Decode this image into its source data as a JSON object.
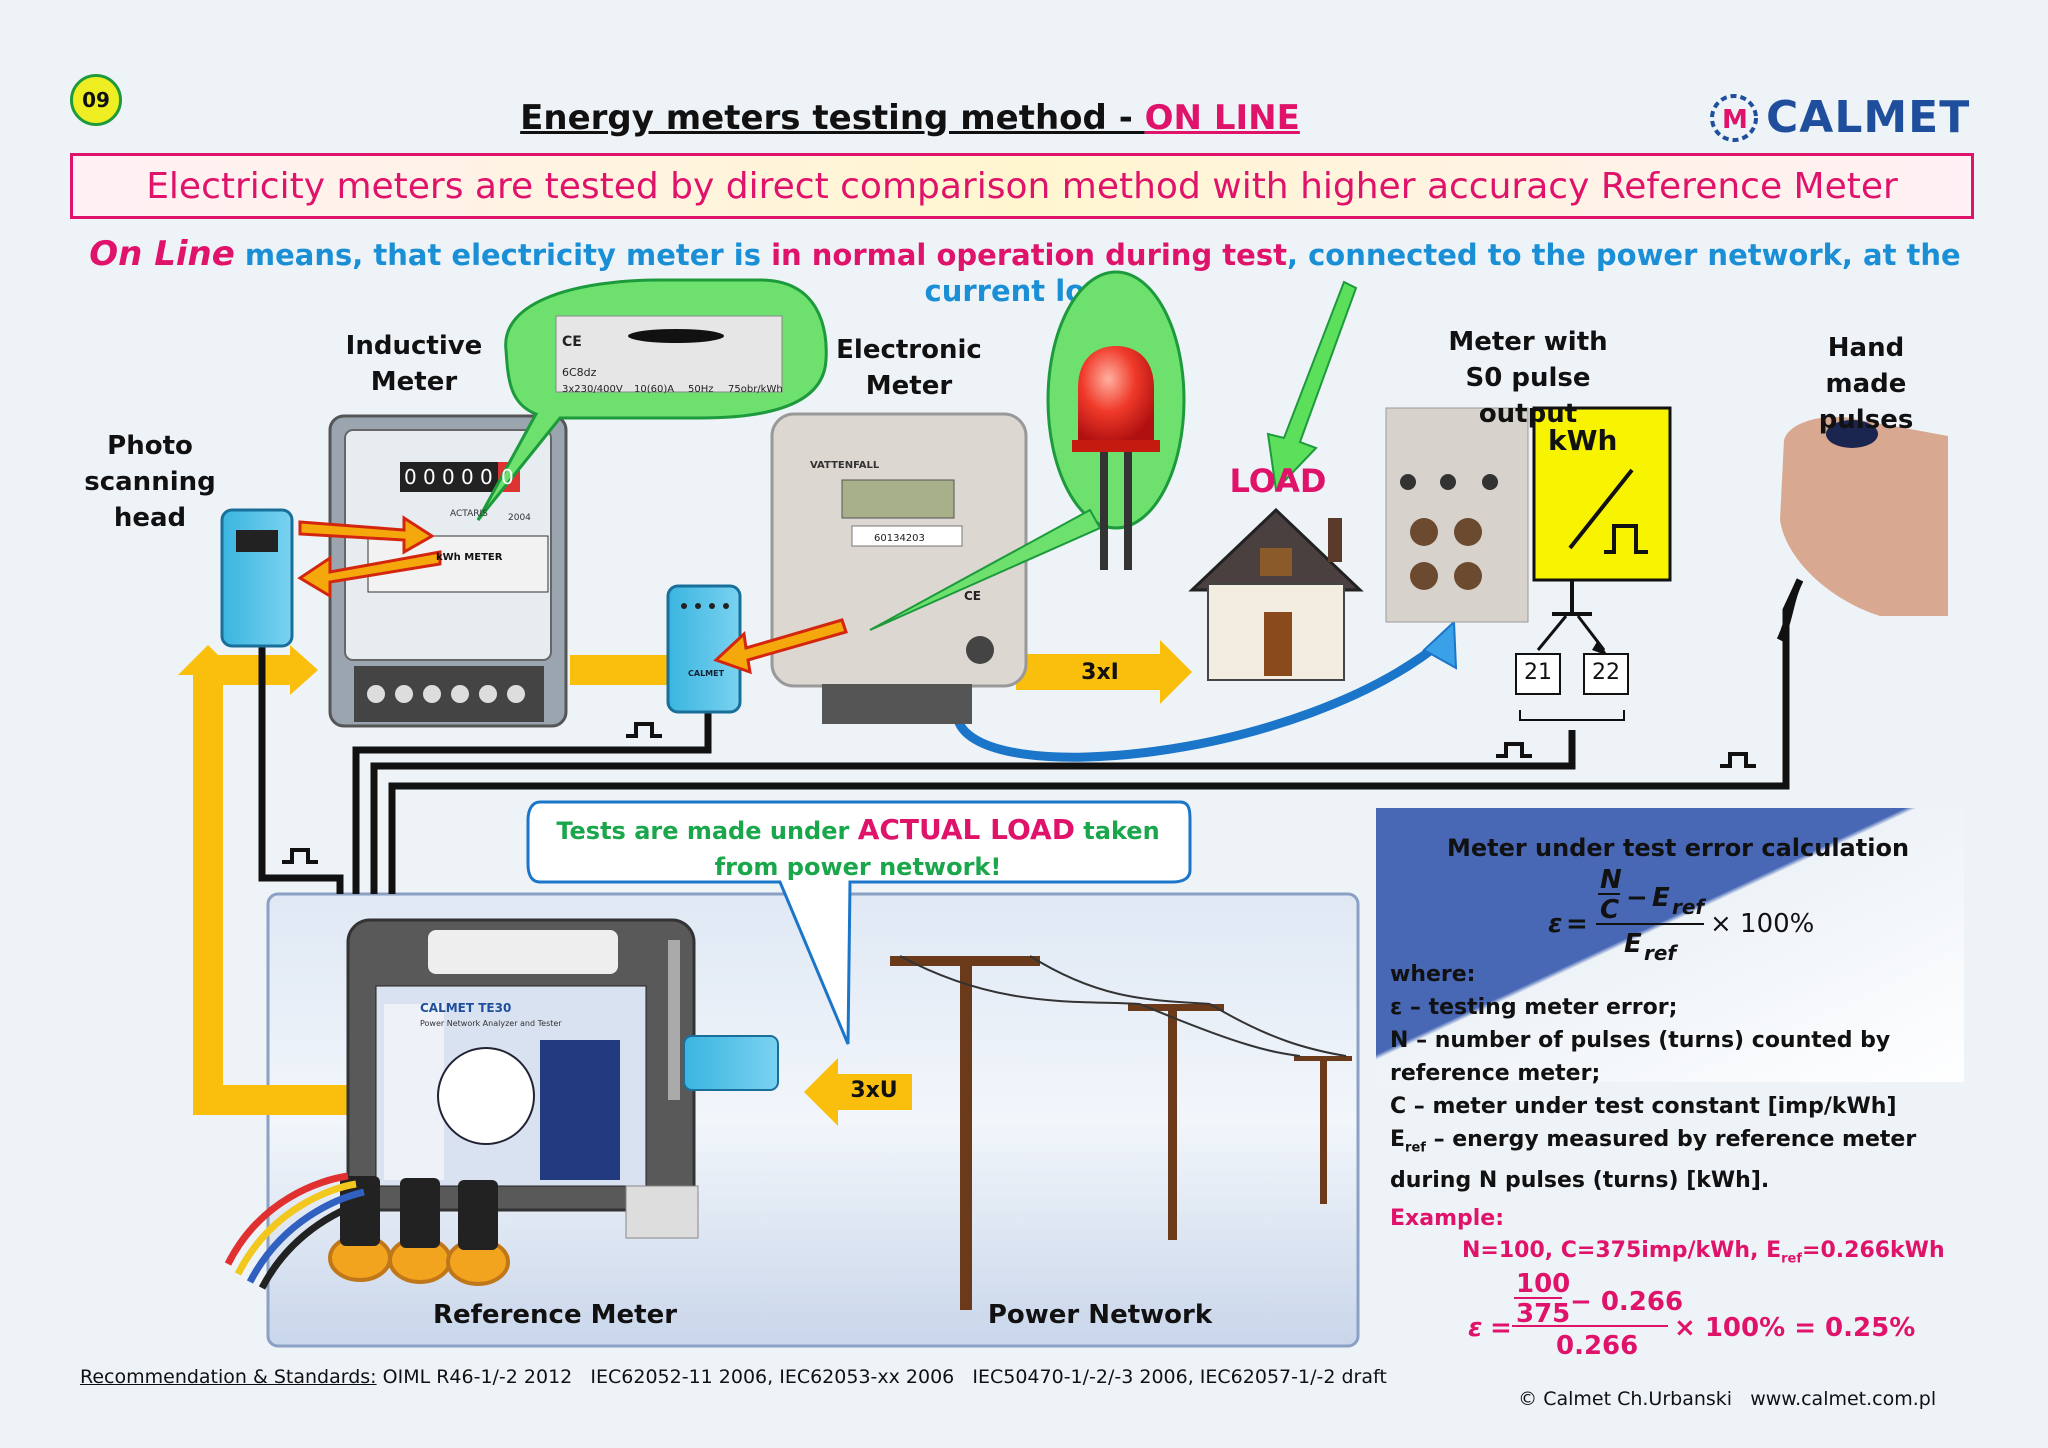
{
  "page": {
    "number": "09",
    "title_main": "Energy meters testing method - ",
    "title_highlight": "ON LINE",
    "logo_text": "CALMET"
  },
  "banner": "Electricity meters are tested by direct comparison method with higher accuracy Reference Meter",
  "subtitle": {
    "part1": "On Line",
    "part2": " means, that electricity meter is ",
    "part3": "in normal operation during test",
    "part4": ", connected to the power network, at the current load"
  },
  "labels": {
    "photo_head": "Photo scanning head",
    "inductive": "Inductive Meter",
    "electronic": "Electronic Meter",
    "load": "LOAD",
    "s0": "Meter with S0 pulse output",
    "hand": "Hand made pulses",
    "current": "3xI",
    "voltage": "3xU",
    "terminal_21": "21",
    "terminal_22": "22",
    "kwh": "kWh",
    "reference": "Reference Meter",
    "network": "Power Network"
  },
  "nameplate": {
    "mark": "CE",
    "model": "6C8dz",
    "voltage": "3x230/400V",
    "current": "10(60)A",
    "freq": "50Hz",
    "const": "75obr/kWh"
  },
  "inductive_meter": {
    "register": [
      "0",
      "0",
      "0",
      "0",
      "0",
      "0"
    ],
    "brand": "ACTARIS",
    "year": "2004",
    "title": "kWh METER"
  },
  "electronic_meter": {
    "brand": "VATTENFALL",
    "serial": "60134203",
    "ce": "CE"
  },
  "probe": {
    "brand": "CALMET"
  },
  "callout": {
    "part1": "Tests are made under ",
    "part2": "ACTUAL LOAD",
    "part3": " taken from power network!"
  },
  "device": {
    "brand": "CALMET TE30",
    "subtitle": "Power Network Analyzer and Tester"
  },
  "error": {
    "heading": "Meter under test error calculation",
    "where": "where:",
    "def_eps": "ε – testing meter error;",
    "def_n": "N – number of pulses (turns) counted by reference meter;",
    "def_c": "C – meter under test constant [imp/kWh]",
    "def_eref_sym": "E",
    "def_eref_sub": "ref",
    "def_eref": " – energy measured by reference meter during N pulses (turns) [kWh].",
    "example_label": "Example:",
    "example_values": "N=100, C=375imp/kWh, E",
    "example_values_sub": "ref",
    "example_values_end": "=0.266kWh",
    "formula": {
      "eps": "ε",
      "eq": "=",
      "n": "N",
      "c": "C",
      "minus": "−",
      "e": "E",
      "ref": "ref",
      "times_pct": "× 100%"
    },
    "example_formula": {
      "eps": "ε",
      "eq": "=",
      "num": "100",
      "den": "375",
      "minus": "− 0.266",
      "denom": "0.266",
      "result": "× 100% = 0.25%"
    }
  },
  "footer": {
    "standards_label": "Recommendation & Standards:",
    "standards": " OIML R46-1/-2 2012   IEC62052-11 2006, IEC62053-xx 2006   IEC50470-1/-2/-3 2006, IEC62057-1/-2 draft",
    "copyright": "© Calmet Ch.Urbanski   www.calmet.com.pl"
  },
  "colors": {
    "accent": "#e0136b",
    "cyan": "#1a8fd6",
    "arrow_yellow": "#f9bf0c",
    "green": "#1aa64a",
    "logo_blue": "#1f4f9c"
  }
}
